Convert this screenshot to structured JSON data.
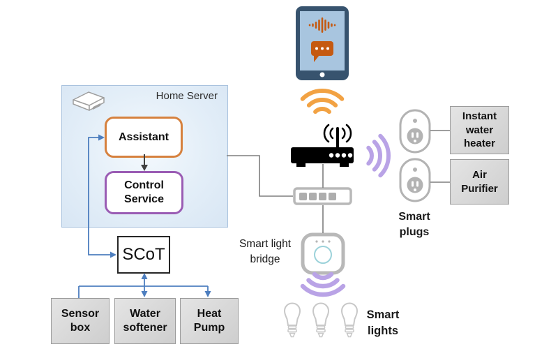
{
  "home_server": {
    "title": "Home Server",
    "assistant_label": "Assistant",
    "control_service_label": "Control\nService"
  },
  "scot_label": "SCoT",
  "field_devices": {
    "sensor_box": "Sensor\nbox",
    "water_softener": "Water\nsoftener",
    "heat_pump": "Heat\nPump"
  },
  "appliances": {
    "instant_water_heater": "Instant\nwater\nheater",
    "air_purifier": "Air\nPurifier"
  },
  "labels": {
    "smart_light_bridge": "Smart light\nbridge",
    "smart_plugs": "Smart\nplugs",
    "smart_lights": "Smart\nlights"
  },
  "icons": {
    "tablet": "tablet-voice-assistant-icon",
    "wifi_orange": "wifi-signal-orange-icon",
    "router": "wifi-router-icon",
    "wifi_purple_right": "wifi-signal-right-icon",
    "wifi_purple_down": "wifi-signal-down-icon",
    "switch_strip": "ethernet-switch-icon",
    "light_bridge": "hue-bridge-icon",
    "smart_plug": "smart-plug-icon",
    "light_bulb": "smart-bulb-icon",
    "server": "server-unit-icon"
  },
  "colors": {
    "assistant_border": "#d6813e",
    "control_service_border": "#9a5cb4",
    "home_server_fill": "#e3eef8",
    "home_server_border": "#a9c2de",
    "connector_blue": "#4d7ebf",
    "connector_gray": "#7f7f7f",
    "arrow_dark": "#404040",
    "wifi_orange": "#f2a243",
    "wifi_purple": "#b9a3e6",
    "tablet_body": "#37536e",
    "tablet_screen": "#a8c5df",
    "tablet_icon_orange": "#c55a11",
    "device_outline_gray": "#b3b3b3",
    "box_fill_gray": "#d6d6d6"
  }
}
